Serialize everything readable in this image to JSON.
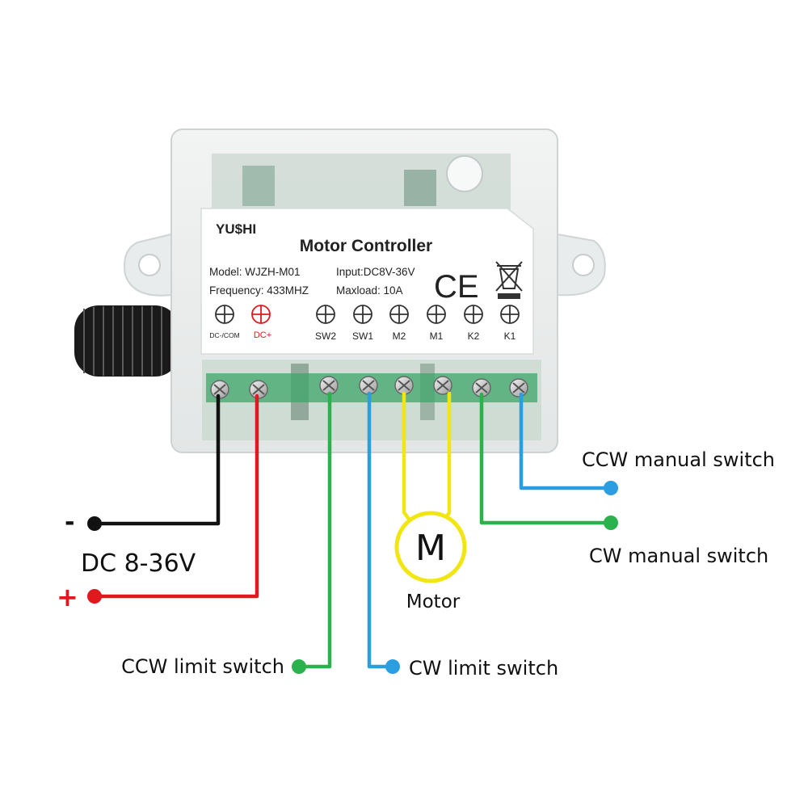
{
  "device": {
    "brand": "YU$HI",
    "title": "Motor Controller",
    "model": "Model: WJZH-M01",
    "input": "Input:DC8V-36V",
    "frequency": "Frequency: 433MHZ",
    "maxload": "Maxload: 10A",
    "ce_mark": "CE",
    "terminals": [
      "DC-/COM",
      "DC+",
      "SW2",
      "SW1",
      "M2",
      "M1",
      "K2",
      "K1"
    ]
  },
  "labels": {
    "minus": "-",
    "plus": "+",
    "power": "DC 8-36V",
    "motor_symbol": "M",
    "motor": "Motor",
    "ccw_manual": "CCW manual switch",
    "cw_manual": "CW manual switch",
    "ccw_limit": "CCW limit switch",
    "cw_limit": "CW limit switch"
  },
  "colors": {
    "black_wire": "#111111",
    "red_wire": "#e0191e",
    "green_wire": "#2bb24c",
    "blue_wire": "#2a9ee0",
    "yellow_wire": "#f1e60f"
  }
}
